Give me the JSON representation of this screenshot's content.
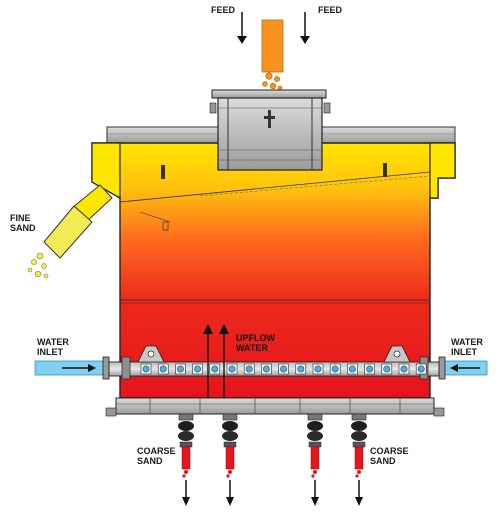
{
  "labels": {
    "feed_left": "FEED",
    "feed_right": "FEED",
    "fine_sand_1": "FINE",
    "fine_sand_2": "SAND",
    "water_inlet_left_1": "WATER",
    "water_inlet_left_2": "INLET",
    "water_inlet_right_1": "WATER",
    "water_inlet_right_2": "INLET",
    "upflow_1": "UPFLOW",
    "upflow_2": "WATER",
    "coarse_sand_left_1": "COARSE",
    "coarse_sand_left_2": "SAND",
    "coarse_sand_right_1": "COARSE",
    "coarse_sand_right_2": "SAND"
  },
  "colors": {
    "tank_top": "#ffe600",
    "tank_mid": "#ff8a1a",
    "tank_bottom": "#e8141e",
    "feed_chute": "#f7931e",
    "fine_sand": "#f4ec55",
    "water": "#7fd0f0",
    "coarse_sand": "#e8141e",
    "steel": "#c8c8c8",
    "outline": "#222222"
  },
  "icons": {
    "feed_arrow": "arrow-down-icon",
    "outlet_arrow": "arrow-down-icon",
    "water_arrow": "arrow-right-icon",
    "upflow_arrow": "arrow-up-icon",
    "nozzle": "nozzle-icon"
  }
}
